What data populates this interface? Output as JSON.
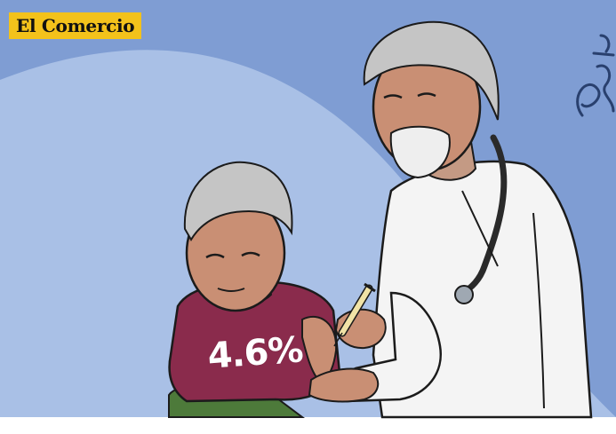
{
  "publication": {
    "masthead": "El Comercio",
    "badge_bg": "#f3c21b",
    "badge_text_color": "#111111"
  },
  "cartoon": {
    "shirt_label": "4.6%",
    "colors": {
      "sky_dark": "#7f9dd3",
      "sky_light": "#a9c0e6",
      "shirt": "#8a2b4c",
      "coat": "#f4f4f4",
      "pants": "#4d7a3a",
      "skin": "#c98f74",
      "hair": "#c5c5c5",
      "outline": "#1b1b1b"
    },
    "icons": [
      "syringe-icon",
      "stethoscope-icon",
      "artist-signature"
    ]
  }
}
